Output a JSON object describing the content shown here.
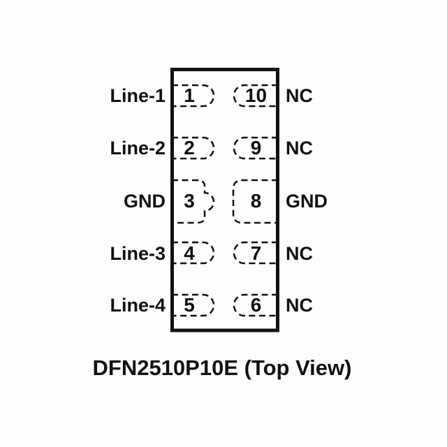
{
  "caption": "DFN2510P10E (Top View)",
  "package": {
    "name": "DFN2510P10E",
    "view": "Top View"
  },
  "left_pins": [
    {
      "number": "1",
      "label": "Line-1"
    },
    {
      "number": "2",
      "label": "Line-2"
    },
    {
      "number": "3",
      "label": "GND"
    },
    {
      "number": "4",
      "label": "Line-3"
    },
    {
      "number": "5",
      "label": "Line-4"
    }
  ],
  "right_pins": [
    {
      "number": "10",
      "label": "NC"
    },
    {
      "number": "9",
      "label": "NC"
    },
    {
      "number": "8",
      "label": "GND"
    },
    {
      "number": "7",
      "label": "NC"
    },
    {
      "number": "6",
      "label": "NC"
    }
  ],
  "colors": {
    "ink": "#111111",
    "background": "#fdfdfd"
  }
}
